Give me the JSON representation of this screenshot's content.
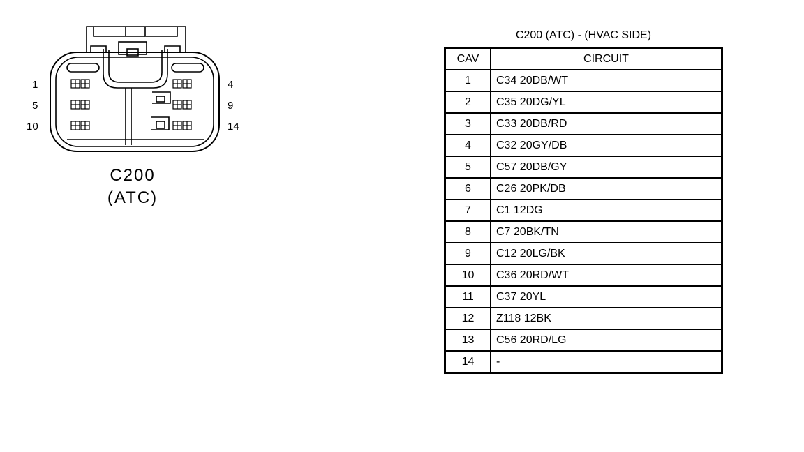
{
  "connector": {
    "pin_labels": [
      "1",
      "5",
      "10",
      "4",
      "9",
      "14"
    ],
    "caption_line1": "C200",
    "caption_line2": "(ATC)"
  },
  "table": {
    "title": "C200 (ATC) - (HVAC SIDE)",
    "headers": {
      "cav": "CAV",
      "circuit": "CIRCUIT"
    },
    "rows": [
      {
        "cav": "1",
        "circuit": "C34  20DB/WT"
      },
      {
        "cav": "2",
        "circuit": "C35  20DG/YL"
      },
      {
        "cav": "3",
        "circuit": "C33  20DB/RD"
      },
      {
        "cav": "4",
        "circuit": "C32  20GY/DB"
      },
      {
        "cav": "5",
        "circuit": "C57  20DB/GY"
      },
      {
        "cav": "6",
        "circuit": "C26  20PK/DB"
      },
      {
        "cav": "7",
        "circuit": "C1  12DG"
      },
      {
        "cav": "8",
        "circuit": "C7  20BK/TN"
      },
      {
        "cav": "9",
        "circuit": "C12  20LG/BK"
      },
      {
        "cav": "10",
        "circuit": "C36  20RD/WT"
      },
      {
        "cav": "11",
        "circuit": "C37  20YL"
      },
      {
        "cav": "12",
        "circuit": "Z118  12BK"
      },
      {
        "cav": "13",
        "circuit": "C56  20RD/LG"
      },
      {
        "cav": "14",
        "circuit": "-"
      }
    ]
  }
}
